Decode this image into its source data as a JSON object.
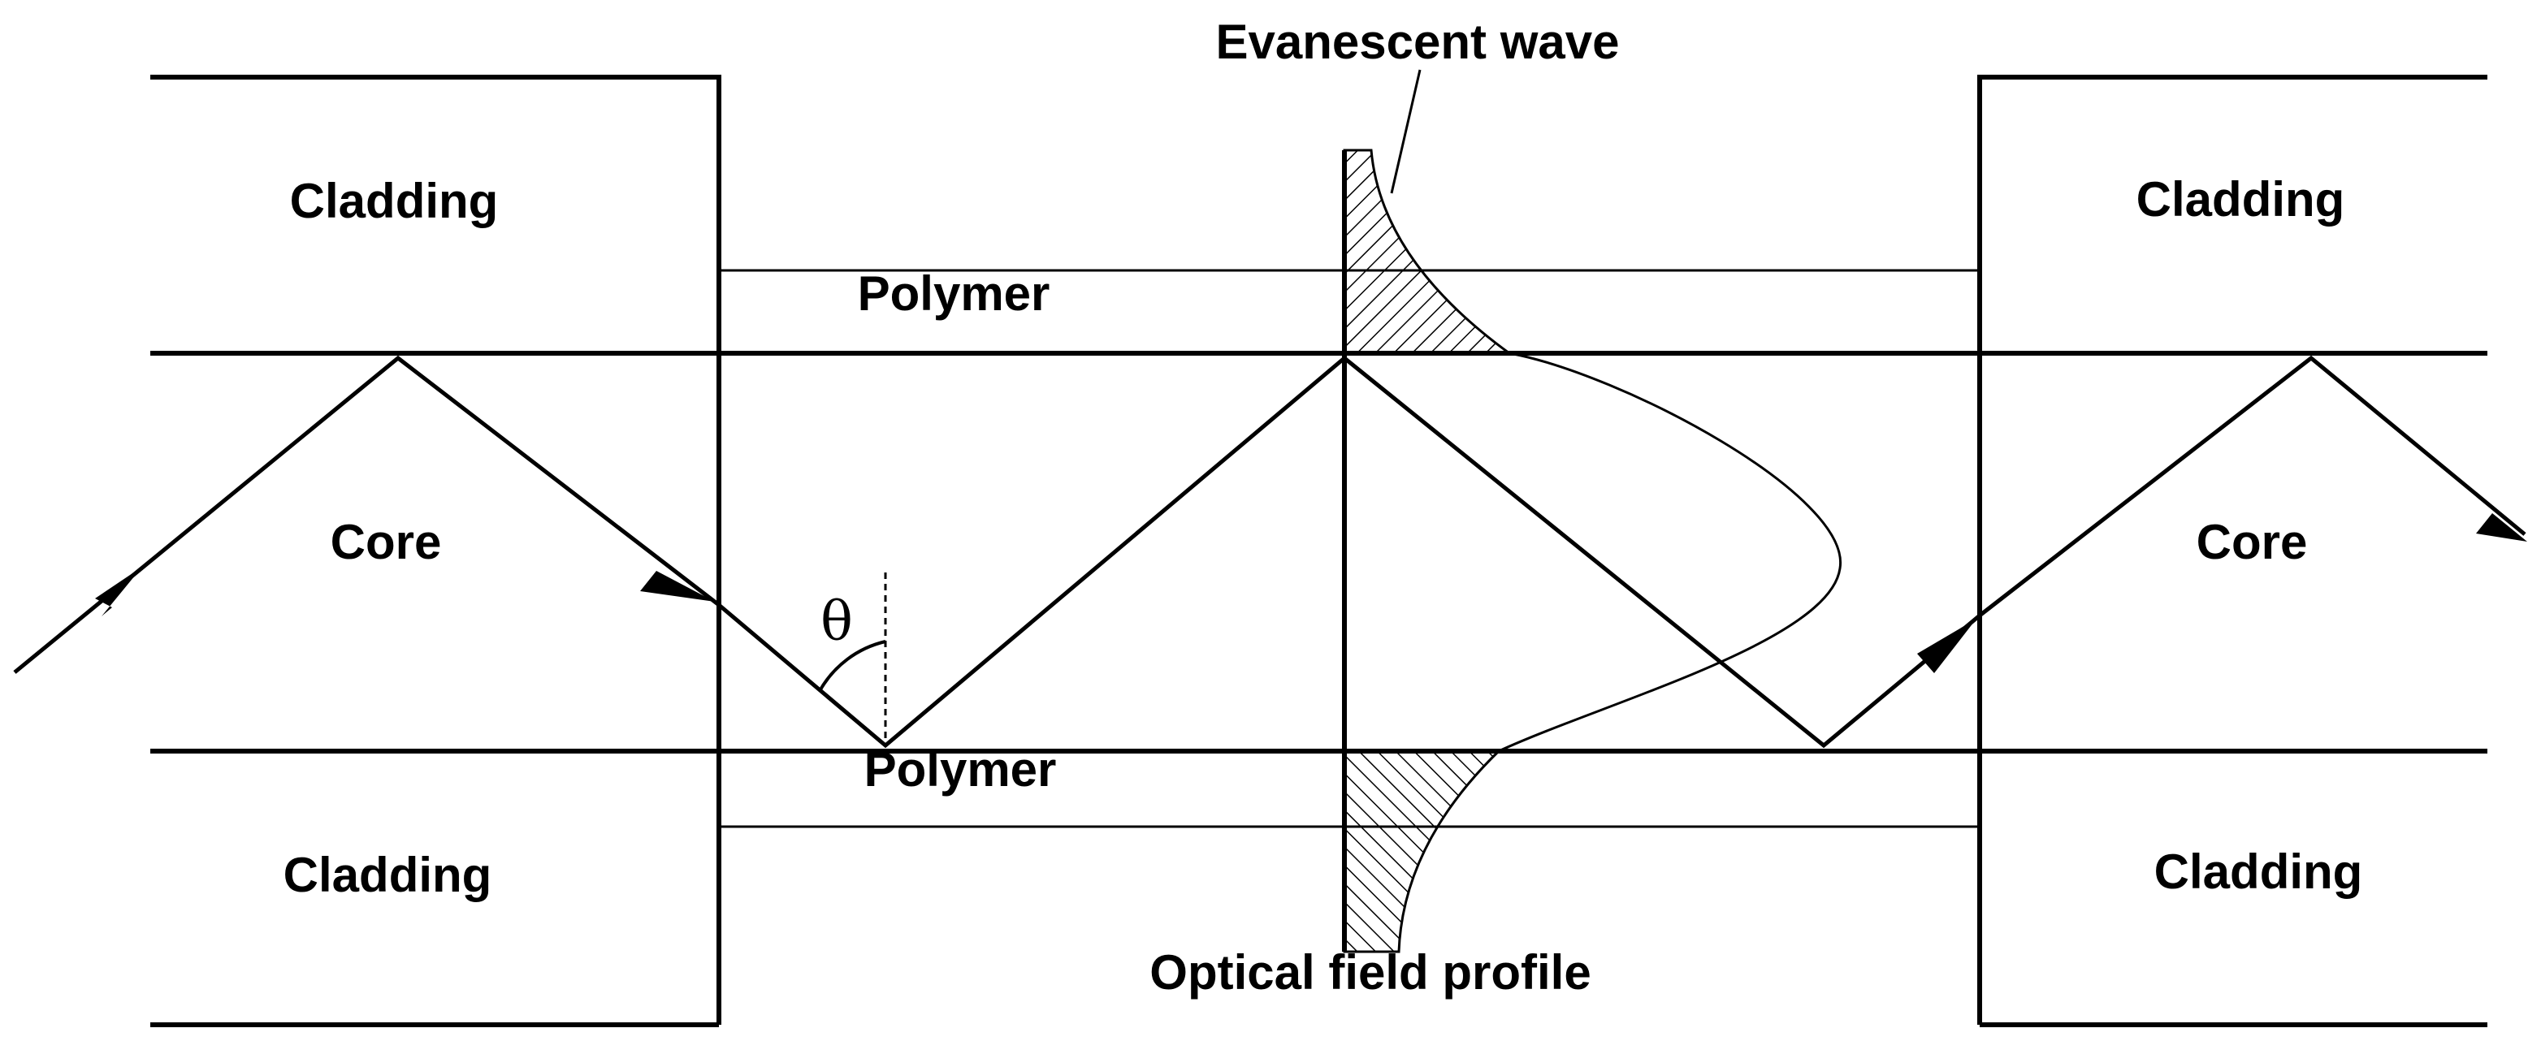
{
  "diagram": {
    "labels": {
      "cladding_top_left": "Cladding",
      "cladding_bottom_left": "Cladding",
      "cladding_top_right": "Cladding",
      "cladding_bottom_right": "Cladding",
      "core_left": "Core",
      "core_right": "Core",
      "polymer_top": "Polymer",
      "polymer_bottom": "Polymer",
      "evanescent_wave": "Evanescent wave",
      "optical_field_profile": "Optical field profile",
      "angle_symbol": "θ"
    },
    "colors": {
      "ink": "#000000",
      "background": "#ffffff"
    }
  }
}
